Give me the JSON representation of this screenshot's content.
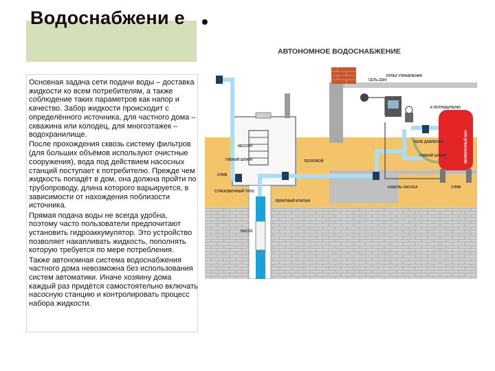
{
  "slide": {
    "title": "Водоснабжени е",
    "title_bullet": "•",
    "paragraphs": [
      "Основная задача сети подачи воды – доставка жидкости ко всем потребителям, а также соблюдение таких параметров как напор и качество. Забор жидкости происходит с определённого источника, для частного дома – скважина или колодец, для многоэтажек – водохранилище.",
      "После прохождения сквозь систему фильтров (для больших объёмов используют очистные сооружения), вода под действием насосных станций поступает к потребителю. Прежде чем жидкость попадёт в дом, она должна пройти по трубопроводу, длина которого варьируется, в зависимости от нахождения поблизости источника.",
      "Прямая подача воды не всегда удобна, поэтому часто пользователи предпочитают установить гидроаккумулятор. Это устройство позволяет накапливать жидкость, пополнять которую требуется по мере потребления.",
      "Также автономная система водоснабжения частного дома невозможна без использования систем автоматики. Иначе хозяину дома каждый раз придётся самостоятельно включать насосную станцию и контролировать процесс набора жидкости."
    ]
  },
  "diagram": {
    "title": "АВТОНОМНОЕ ВОДОСНАБЖЕНИЕ",
    "labels": {
      "kesson": "КЕССОН",
      "flex_hose": "ГИБКИЙ ШЛАНГ",
      "drain": "СЛИВ",
      "safety_cable": "СТРАХОВОЧНЫЙ ТРОС",
      "pump": "НАСОС",
      "check_valve": "ОБРАТНЫЙ КЛАПАН",
      "heating_cable": "ТЕПЛОВОЙ",
      "network": "СЕТЬ 220V",
      "control_panel": "ПУЛЬТ УПРАВЛЕНИЯ",
      "to_consumer": "К ПОТРЕБИТЕЛЮ",
      "pressure_relay": "РЕЛЕ ДАВЛЕНИЯ",
      "flex_hose_2": "ГИБКИЙ ШЛАНГ",
      "pump_cable": "КАБЕЛЬ НАСОСА",
      "drain_2": "СЛИВ",
      "tank": "МЕМБРАННЫЙ БАК"
    }
  },
  "colors": {
    "title_band": "#d5e0b8",
    "soil": "#f3c46a",
    "stone": "#cfcfcf",
    "pipe": "#a9def5",
    "water": "#1aa2dc",
    "tank": "#e32528",
    "chimney": "#c8552b"
  }
}
